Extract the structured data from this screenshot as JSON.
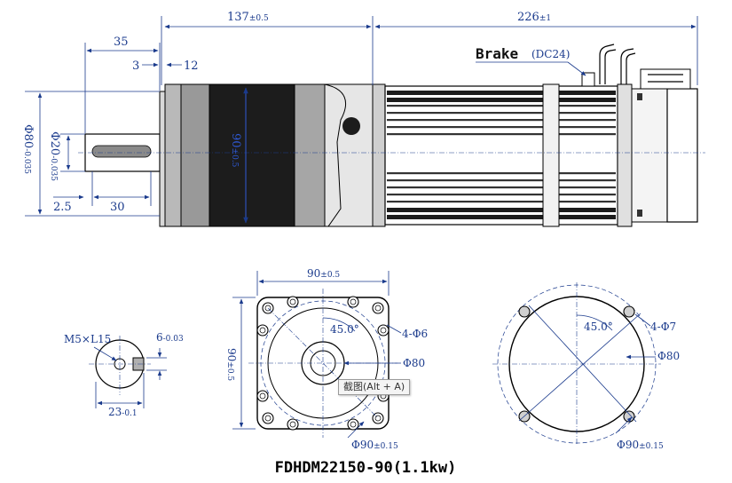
{
  "side_view": {
    "dim_total_gear": "137",
    "dim_total_gear_tol": "±0.5",
    "dim_total_motor": "226",
    "dim_total_motor_tol": "±1",
    "dim_shaft_length": "35",
    "dim_three": "3",
    "dim_twelve": "12",
    "dim_flange_dia": "Φ80",
    "dim_flange_dia_tol": "-0.035",
    "dim_shaft_dia": "Φ20",
    "dim_shaft_dia_tol": "-0.035",
    "dim_body_height": "90",
    "dim_body_height_tol": "±0.5",
    "dim_key_offset": "2.5",
    "dim_key_length": "30",
    "brake_label": "Brake",
    "brake_voltage": "(DC24)"
  },
  "shaft_section": {
    "thread_label": "M5×L15",
    "key_width": "6",
    "key_width_tol": "-0.03",
    "key_depth": "23",
    "key_depth_tol": "-0.1"
  },
  "front_view": {
    "width": "90",
    "width_tol": "±0.5",
    "height": "90",
    "height_tol": "±0.5",
    "angle": "45.0°",
    "holes": "4-Φ6",
    "pilot_dia": "Φ80",
    "pcd": "Φ90",
    "pcd_tol": "±0.15"
  },
  "flange_view": {
    "angle": "45.0°",
    "holes": "4-Φ7",
    "pilot_dia": "Φ80",
    "pcd": "Φ90",
    "pcd_tol": "±0.15"
  },
  "tooltip": "截图(Alt + A)",
  "model_title": "FDHDM22150-90(1.1kw)"
}
